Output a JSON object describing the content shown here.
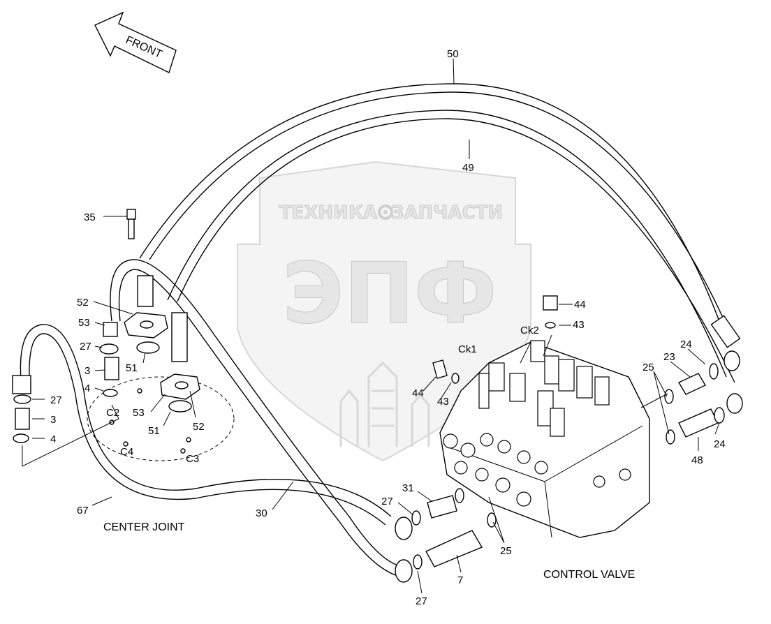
{
  "watermark": {
    "top_text_left": "ТЕХНИКА",
    "top_text_right": "ЗАПЧАСТИ",
    "big_text": "ЭПФ"
  },
  "front_label": "FRONT",
  "section_labels": {
    "center_joint": "CENTER JOINT",
    "control_valve": "CONTROL VALVE"
  },
  "port_labels": {
    "c2": "C2",
    "c4": "C4",
    "c3": "C3",
    "ck1": "Ck1",
    "ck2": "Ck2"
  },
  "callouts": {
    "n50": "50",
    "n49": "49",
    "n35": "35",
    "n52a": "52",
    "n53a": "53",
    "n27a": "27",
    "n3a": "3",
    "n4a": "4",
    "n51a": "51",
    "n27b": "27",
    "n3b": "3",
    "n4b": "4",
    "n53b": "53",
    "n51b": "51",
    "n52b": "52",
    "n67": "67",
    "n30": "30",
    "n44a": "44",
    "n43a": "43",
    "n44b": "44",
    "n43b": "43",
    "n24a": "24",
    "n23": "23",
    "n25a": "25",
    "n24b": "24",
    "n48": "48",
    "n31": "31",
    "n27c": "27",
    "n25b": "25",
    "n7": "7",
    "n27d": "27"
  }
}
